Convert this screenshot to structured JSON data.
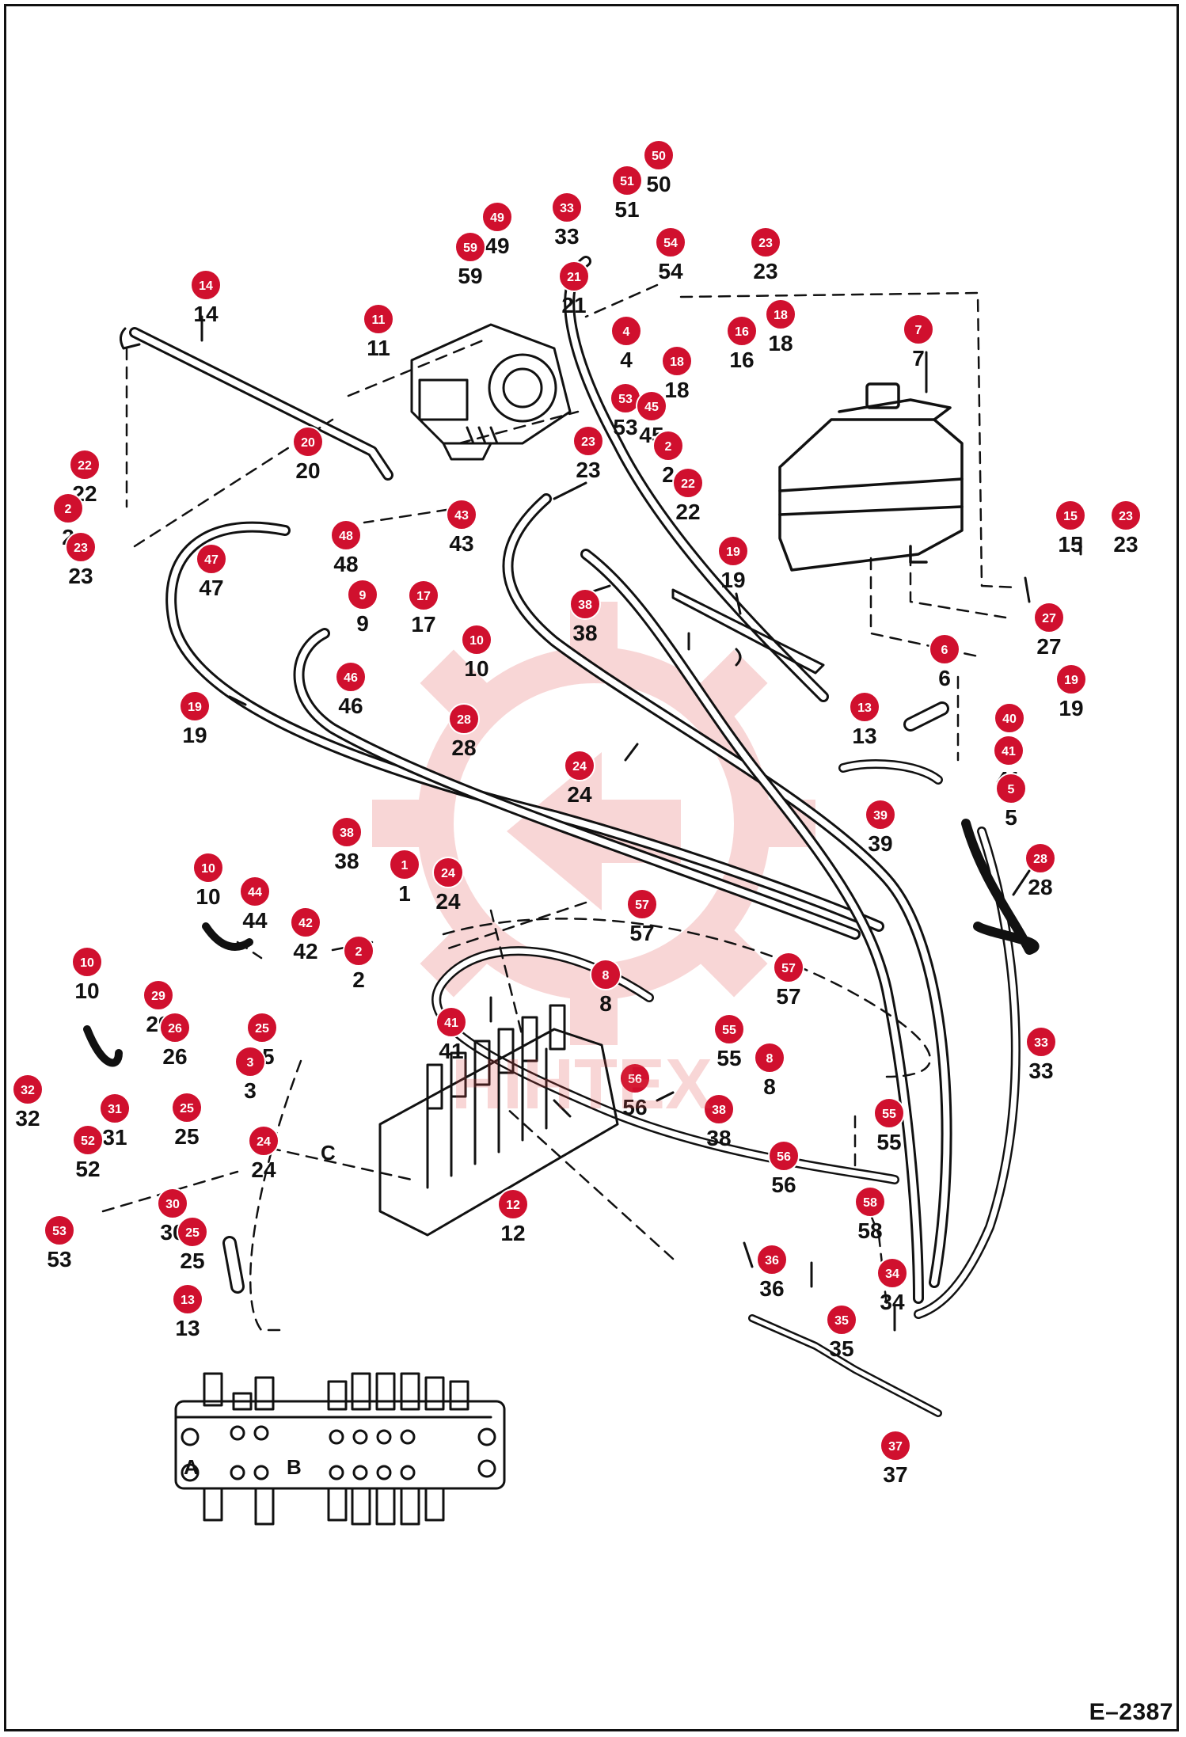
{
  "figure_id": "E–2387",
  "watermark_text": "HIHTEX",
  "colors": {
    "callout_fill": "#d0102e",
    "callout_text": "#ffffff",
    "line": "#111111",
    "watermark": "#e24a4a"
  },
  "valve_port_labels": [
    "A",
    "B"
  ],
  "pipe_label": "C",
  "callouts": [
    "50",
    "51",
    "33",
    "49",
    "54",
    "23",
    "59",
    "21",
    "14",
    "11",
    "4",
    "18",
    "16",
    "18",
    "7",
    "53",
    "45",
    "20",
    "23",
    "2",
    "22",
    "43",
    "22",
    "2",
    "23",
    "47",
    "48",
    "9",
    "19",
    "15",
    "23",
    "17",
    "38",
    "27",
    "6",
    "19",
    "10",
    "46",
    "13",
    "19",
    "40",
    "28",
    "24",
    "41",
    "5",
    "39",
    "28",
    "38",
    "1",
    "10",
    "44",
    "24",
    "42",
    "57",
    "2",
    "10",
    "57",
    "8",
    "29",
    "41",
    "26",
    "25",
    "55",
    "3",
    "8",
    "32",
    "31",
    "25",
    "56",
    "38",
    "55",
    "52",
    "24",
    "33",
    "56",
    "30",
    "58",
    "53",
    "25",
    "12",
    "36",
    "34",
    "13",
    "35",
    "37"
  ]
}
